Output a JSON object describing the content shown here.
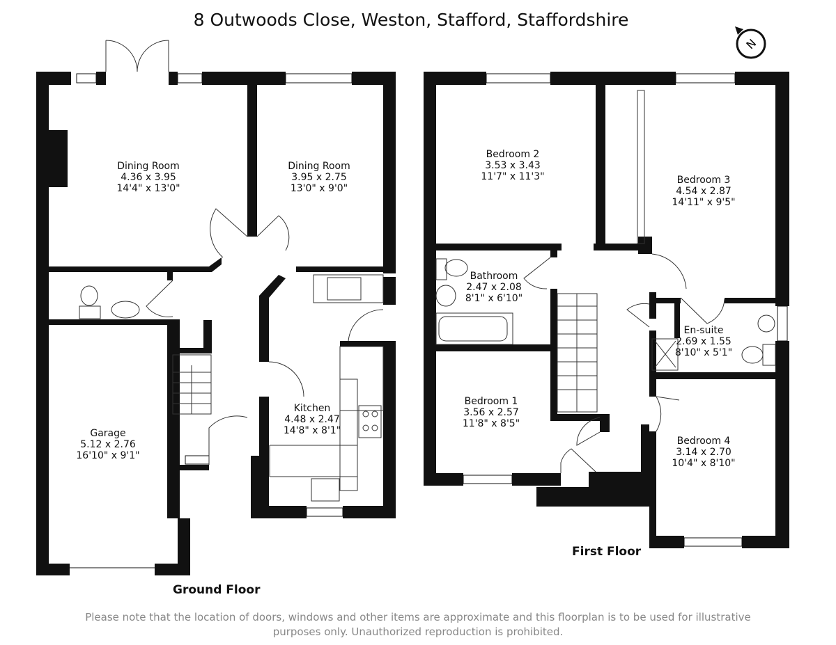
{
  "title": "8 Outwoods Close, Weston, Stafford, Staffordshire",
  "compass": {
    "icon": "north-compass-icon",
    "letter": "N"
  },
  "ground_floor": {
    "label": "Ground Floor",
    "rooms": [
      {
        "name": "Dining Room",
        "metric": "4.36 x 3.95",
        "imperial": "14'4\" x 13'0\""
      },
      {
        "name": "Dining Room",
        "metric": "3.95 x 2.75",
        "imperial": "13'0\" x 9'0\""
      },
      {
        "name": "Kitchen",
        "metric": "4.48 x 2.47",
        "imperial": "14'8\" x 8'1\""
      },
      {
        "name": "Garage",
        "metric": "5.12 x 2.76",
        "imperial": "16'10\" x 9'1\""
      }
    ]
  },
  "first_floor": {
    "label": "First Floor",
    "rooms": [
      {
        "name": "Bedroom 2",
        "metric": "3.53 x 3.43",
        "imperial": "11'7\" x 11'3\""
      },
      {
        "name": "Bedroom 3",
        "metric": "4.54 x 2.87",
        "imperial": "14'11\" x 9'5\""
      },
      {
        "name": "Bathroom",
        "metric": "2.47 x 2.08",
        "imperial": "8'1\" x 6'10\""
      },
      {
        "name": "En-suite",
        "metric": "2.69 x 1.55",
        "imperial": "8'10\" x 5'1\""
      },
      {
        "name": "Bedroom 1",
        "metric": "3.56 x 2.57",
        "imperial": "11'8\" x 8'5\""
      },
      {
        "name": "Bedroom 4",
        "metric": "3.14 x 2.70",
        "imperial": "10'4\" x 8'10\""
      }
    ]
  },
  "disclaimer": {
    "line1": "Please note that the location of doors, windows and other items are approximate and this floorplan is to be used for illustrative",
    "line2": "purposes only. Unauthorized reproduction is prohibited."
  }
}
